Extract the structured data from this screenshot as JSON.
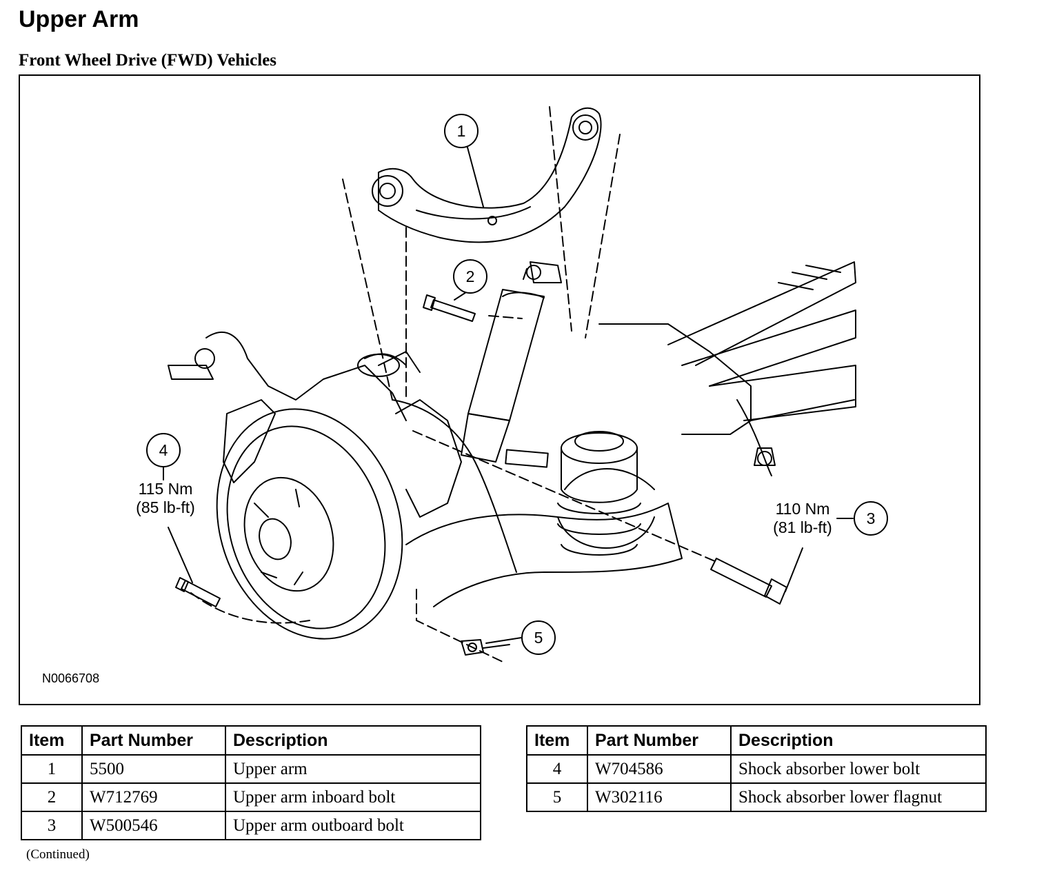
{
  "page_title": "Upper Arm",
  "section_title": "Front Wheel Drive (FWD) Vehicles",
  "figure": {
    "code": "N0066708",
    "callouts": [
      {
        "number": "1"
      },
      {
        "number": "2"
      },
      {
        "number": "3",
        "torque_nm": "110 Nm",
        "torque_lbft": "(81 lb-ft)"
      },
      {
        "number": "4",
        "torque_nm": "115 Nm",
        "torque_lbft": "(85 lb-ft)"
      },
      {
        "number": "5"
      }
    ]
  },
  "table": {
    "headers": {
      "item": "Item",
      "part_number": "Part Number",
      "description": "Description"
    },
    "left_rows": [
      {
        "item": "1",
        "part_number": "5500",
        "description": "Upper arm"
      },
      {
        "item": "2",
        "part_number": "W712769",
        "description": "Upper arm inboard bolt"
      },
      {
        "item": "3",
        "part_number": "W500546",
        "description": "Upper arm outboard bolt"
      }
    ],
    "right_rows": [
      {
        "item": "4",
        "part_number": "W704586",
        "description": "Shock absorber lower bolt"
      },
      {
        "item": "5",
        "part_number": "W302116",
        "description": "Shock absorber lower flagnut"
      }
    ]
  },
  "continued_note": "(Continued)"
}
